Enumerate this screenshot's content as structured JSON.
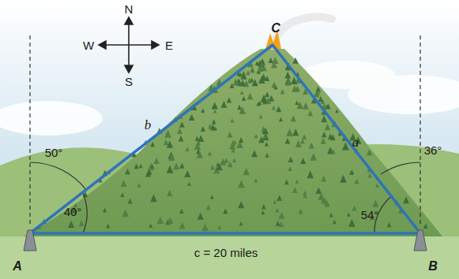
{
  "diagram": {
    "labels": [
      "N",
      "W",
      "E",
      "S",
      "C",
      "b",
      "a",
      "50°",
      "40°",
      "36°",
      "54°",
      "c = 20 miles",
      "A",
      "B"
    ]
  }
}
